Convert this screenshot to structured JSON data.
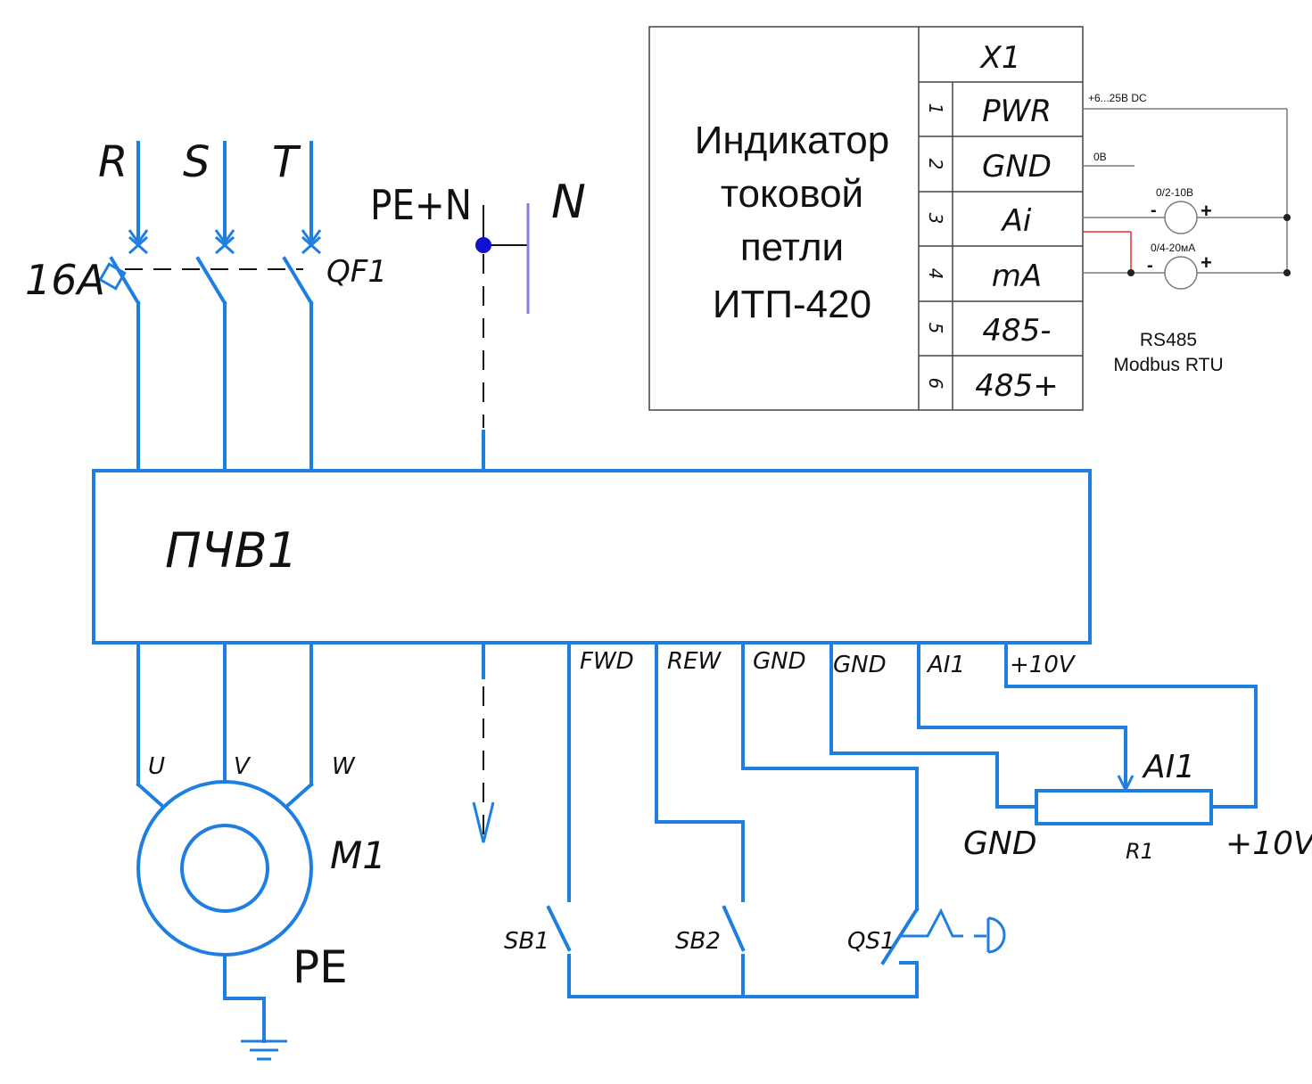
{
  "supply": {
    "phase_r": "R",
    "phase_s": "S",
    "phase_t": "T",
    "breaker_rating": "16A",
    "breaker_name": "QF1",
    "pe_n": "PE+N",
    "neutral": "N"
  },
  "drive": {
    "name": "ПЧВ1",
    "terminals": [
      "FWD",
      "REW",
      "GND",
      "GND",
      "AI1",
      "+10V"
    ]
  },
  "motor": {
    "name": "M1",
    "u": "U",
    "v": "V",
    "w": "W",
    "pe": "PE"
  },
  "controls": {
    "sb1": "SB1",
    "sb2": "SB2",
    "qs1": "QS1"
  },
  "potentiometer": {
    "name": "R1",
    "wiper": "AI1",
    "left": "GND",
    "right": "+10V"
  },
  "indicator": {
    "title_lines": [
      "Индикатор",
      "токовой",
      "петли",
      "ИТП-420"
    ],
    "connector": "X1",
    "pins": [
      {
        "num": "1",
        "name": "PWR"
      },
      {
        "num": "2",
        "name": "GND"
      },
      {
        "num": "3",
        "name": "Ai"
      },
      {
        "num": "4",
        "name": "mA"
      },
      {
        "num": "5",
        "name": "485-"
      },
      {
        "num": "6",
        "name": "485+"
      }
    ],
    "pwr_note": "+6...25В DC",
    "gnd_note": "0В",
    "src_voltage": "0/2-10В",
    "src_current": "0/4-20мА",
    "bus_line1": "RS485",
    "bus_line2": "Modbus RTU"
  },
  "colors": {
    "wire": "#1f7fe0",
    "neutral_bar": "#8080e0",
    "node": "#1010d0",
    "line": "#111111",
    "aux_gray": "#7a7a7a",
    "aux_red": "#e03030"
  }
}
